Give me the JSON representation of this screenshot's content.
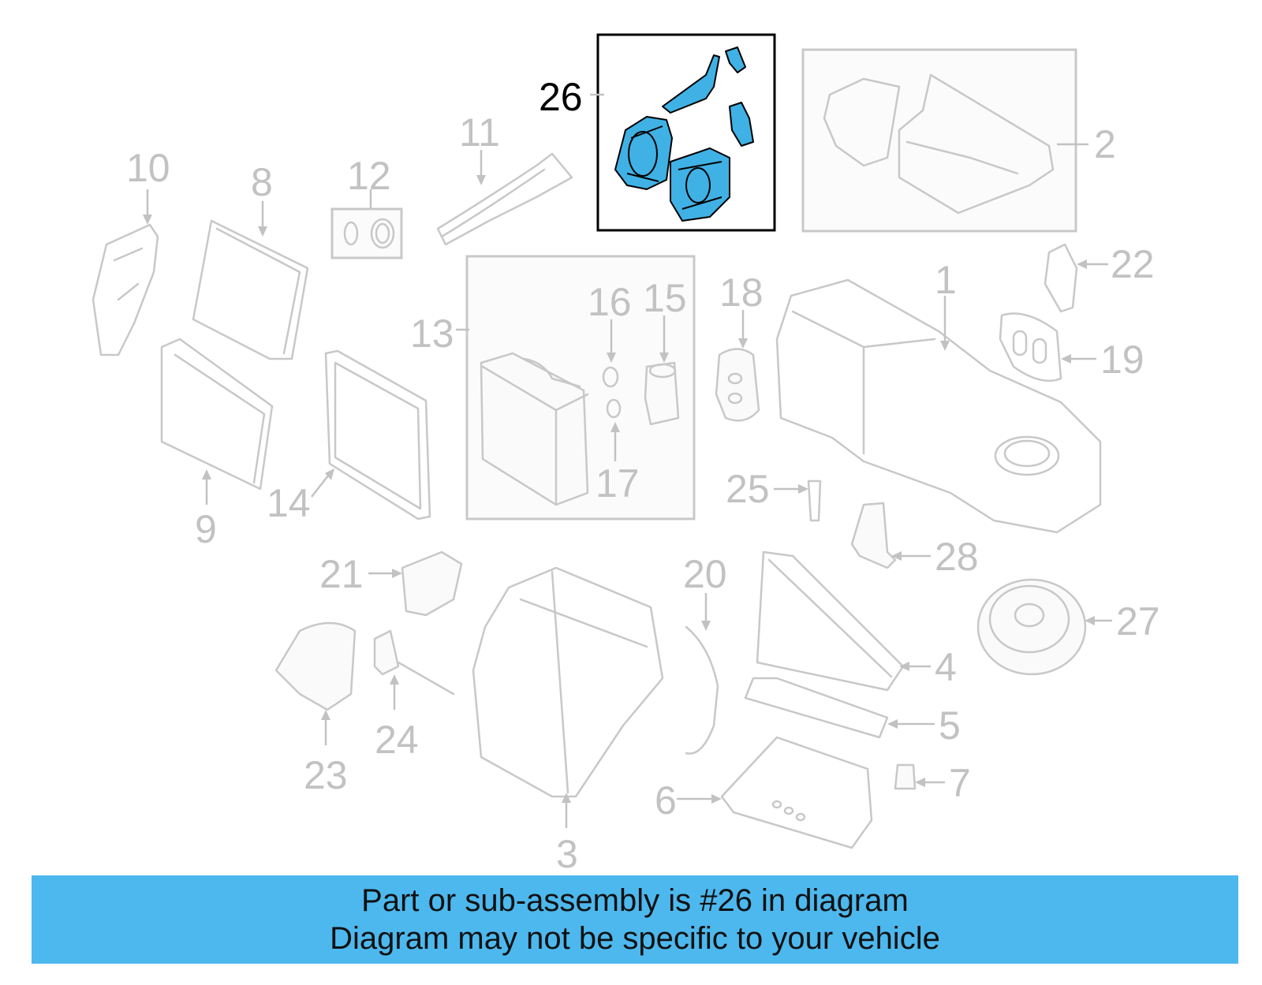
{
  "callouts": {
    "c1": "1",
    "c2": "2",
    "c3": "3",
    "c4": "4",
    "c5": "5",
    "c6": "6",
    "c7": "7",
    "c8": "8",
    "c9": "9",
    "c10": "10",
    "c11": "11",
    "c12": "12",
    "c13": "13",
    "c14": "14",
    "c15": "15",
    "c16": "16",
    "c17": "17",
    "c18": "18",
    "c19": "19",
    "c20": "20",
    "c21": "21",
    "c22": "22",
    "c23": "23",
    "c24": "24",
    "c25": "25",
    "c26": "26",
    "c27": "27",
    "c28": "28"
  },
  "highlighted_part": "26",
  "colors": {
    "highlight_fill": "#3fb1e5",
    "banner_background": "#4db8ee",
    "inactive_part": "#c8c8c8"
  },
  "banner": {
    "line1": "Part or sub-assembly is #26 in diagram",
    "line2": "Diagram may not be specific to your vehicle"
  }
}
